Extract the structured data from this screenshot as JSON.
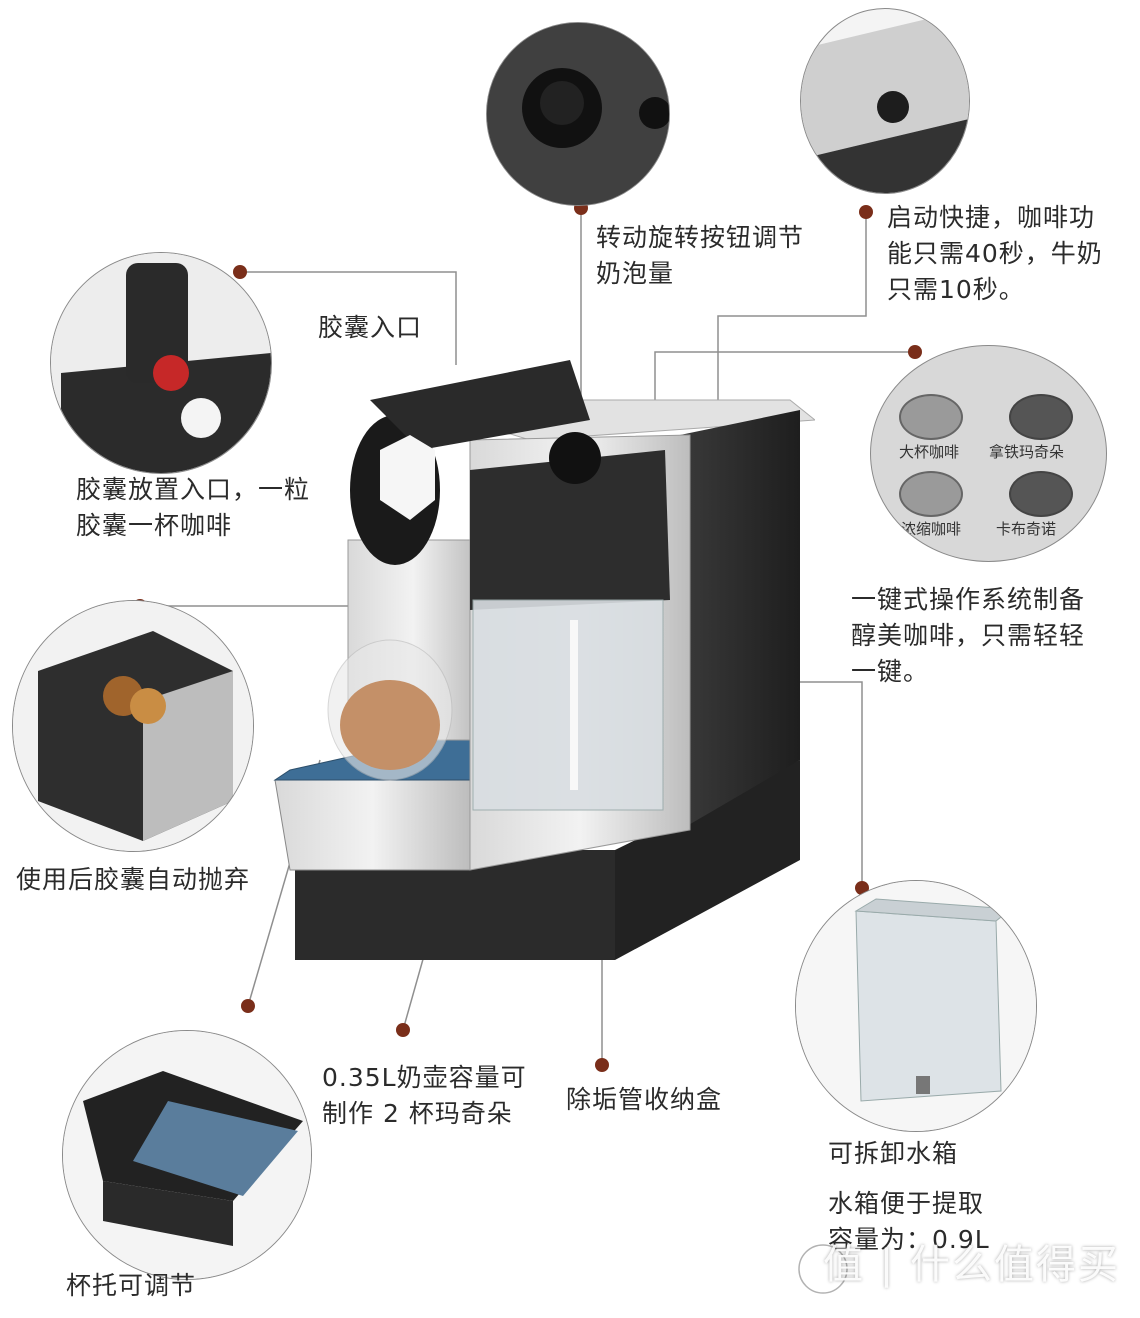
{
  "labels": {
    "knob": [
      "转动旋转按钮调节",
      "奶泡量"
    ],
    "quick_start": [
      "启动快捷，咖啡功",
      "能只需40秒，牛奶",
      "只需10秒。"
    ],
    "capsule_entry": [
      "胶囊入口"
    ],
    "capsule_slot": [
      "胶囊放置入口，一粒",
      "胶囊一杯咖啡"
    ],
    "one_touch": [
      "一键式操作系统制备",
      "醇美咖啡，只需轻轻",
      "一键。"
    ],
    "auto_discard": [
      "使用后胶囊自动抛弃"
    ],
    "milk_jug": [
      "0.35L奶壶容量可",
      "制作 2 杯玛奇朵"
    ],
    "descale_box": [
      "除垢管收纳盒"
    ],
    "water_tank": [
      "可拆卸水箱"
    ],
    "water_tank_desc": [
      "水箱便于提取",
      "容量为：0.9L"
    ],
    "cup_tray": [
      "杯托可调节"
    ]
  },
  "buttons_panel": [
    "大杯咖啡",
    "拿铁玛奇朵",
    "浓缩咖啡",
    "卡布奇诺"
  ],
  "watermark": "值 | 什么值得买",
  "colors": {
    "leader_line": "#8a8a8a",
    "dot": "#7a2e1a"
  }
}
